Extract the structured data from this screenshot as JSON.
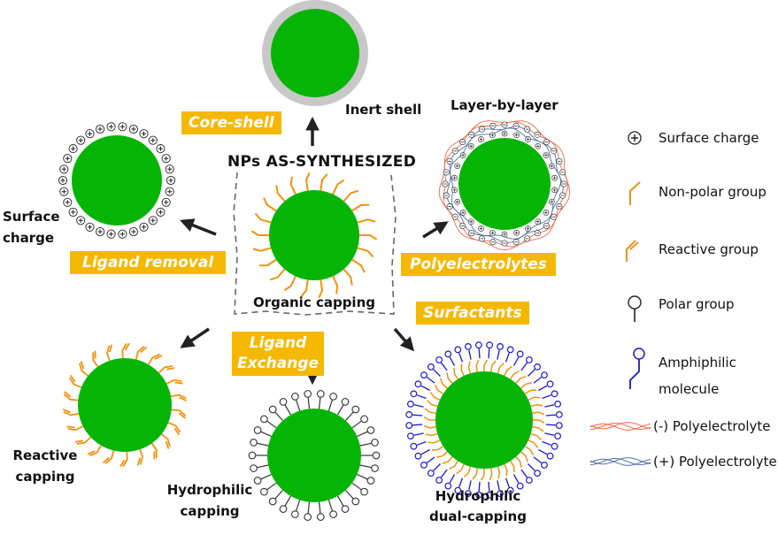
{
  "title": "NPs AS-SYNTHESIZED",
  "center_label": "Organic capping",
  "particles": {
    "inert_shell": "Inert shell",
    "surface_charge": "Surface\ncharge",
    "layer_by_layer": "Layer-by-layer",
    "reactive_capping": "Reactive\ncapping",
    "hydrophilic_capping": "Hydrophilic\ncapping",
    "hydrophilic_dual": "Hydrophilic\ndual-capping"
  },
  "methods": {
    "core_shell": "Core-shell",
    "ligand_removal": "Ligand removal",
    "polyelectrolytes": "Polyelectrolytes",
    "ligand_exchange": "Ligand\nExchange",
    "surfactants": "Surfactants"
  },
  "legend": {
    "surface_charge": "Surface charge",
    "non_polar": "Non-polar group",
    "reactive": "Reactive group",
    "polar": "Polar group",
    "amphiphilic": "Amphiphilic\nmolecule",
    "neg_poly": "(-) Polyelectrolyte",
    "pos_poly": "(+) Polyelectrolyte"
  },
  "colors": {
    "core": "#06b406",
    "ligand": "#f0920e",
    "shell": "#c8c8c8",
    "banner": "#f5b800",
    "amphiphilic": "#1a1acc",
    "neg_polyelectrolyte": "#ee6a4a",
    "pos_polyelectrolyte": "#4f6fa8"
  }
}
